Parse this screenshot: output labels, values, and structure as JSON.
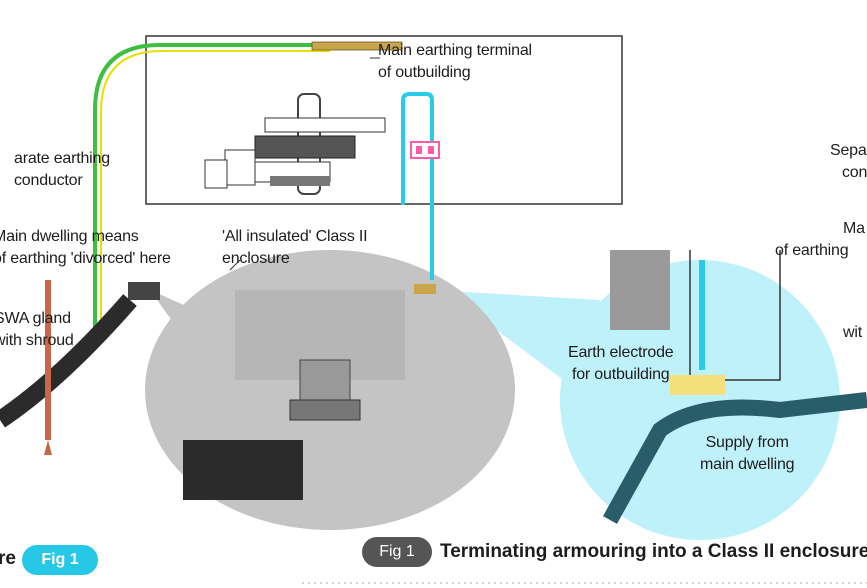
{
  "figure": {
    "badge_left": "Fig 1",
    "badge_center": "Fig 1",
    "caption": "Terminating armouring into a Class II enclosure",
    "caption_left_fragment": "re"
  },
  "labels": {
    "main_earthing_terminal": [
      "Main earthing terminal",
      "of outbuilding"
    ],
    "separate_earthing_conductor_left": [
      "arate earthing",
      "conductor"
    ],
    "main_dwelling_means": [
      "Main dwelling means",
      "of earthing 'divorced' here"
    ],
    "all_insulated": [
      "'All insulated' Class II",
      "enclosure"
    ],
    "swa_gland": [
      "SWA gland",
      "with shroud"
    ],
    "separate_earthing_conductor_right": [
      "Separ",
      "condu"
    ],
    "main_means_of_earthing_right": [
      "Ma",
      "of earthing"
    ],
    "with_shroud_right": [
      "wit"
    ],
    "earth_electrode": [
      "Earth electrode",
      "for outbuilding"
    ],
    "supply_from_main_dwelling": [
      "Supply from",
      "main dwelling"
    ]
  },
  "colors": {
    "earth_conductor_green": "#3fbf3f",
    "earth_conductor_yellow": "#e8e000",
    "cyan_accent": "#28cbe8",
    "zoom_circle_cyan": "#bff1fb",
    "enclosure_grey": "#b9b9b9",
    "cable_dark": "#2b2b2b",
    "supply_cable_teal": "#2a5d6a",
    "terminal_pink": "#ff5ca8",
    "brass": "#c8a44b"
  }
}
